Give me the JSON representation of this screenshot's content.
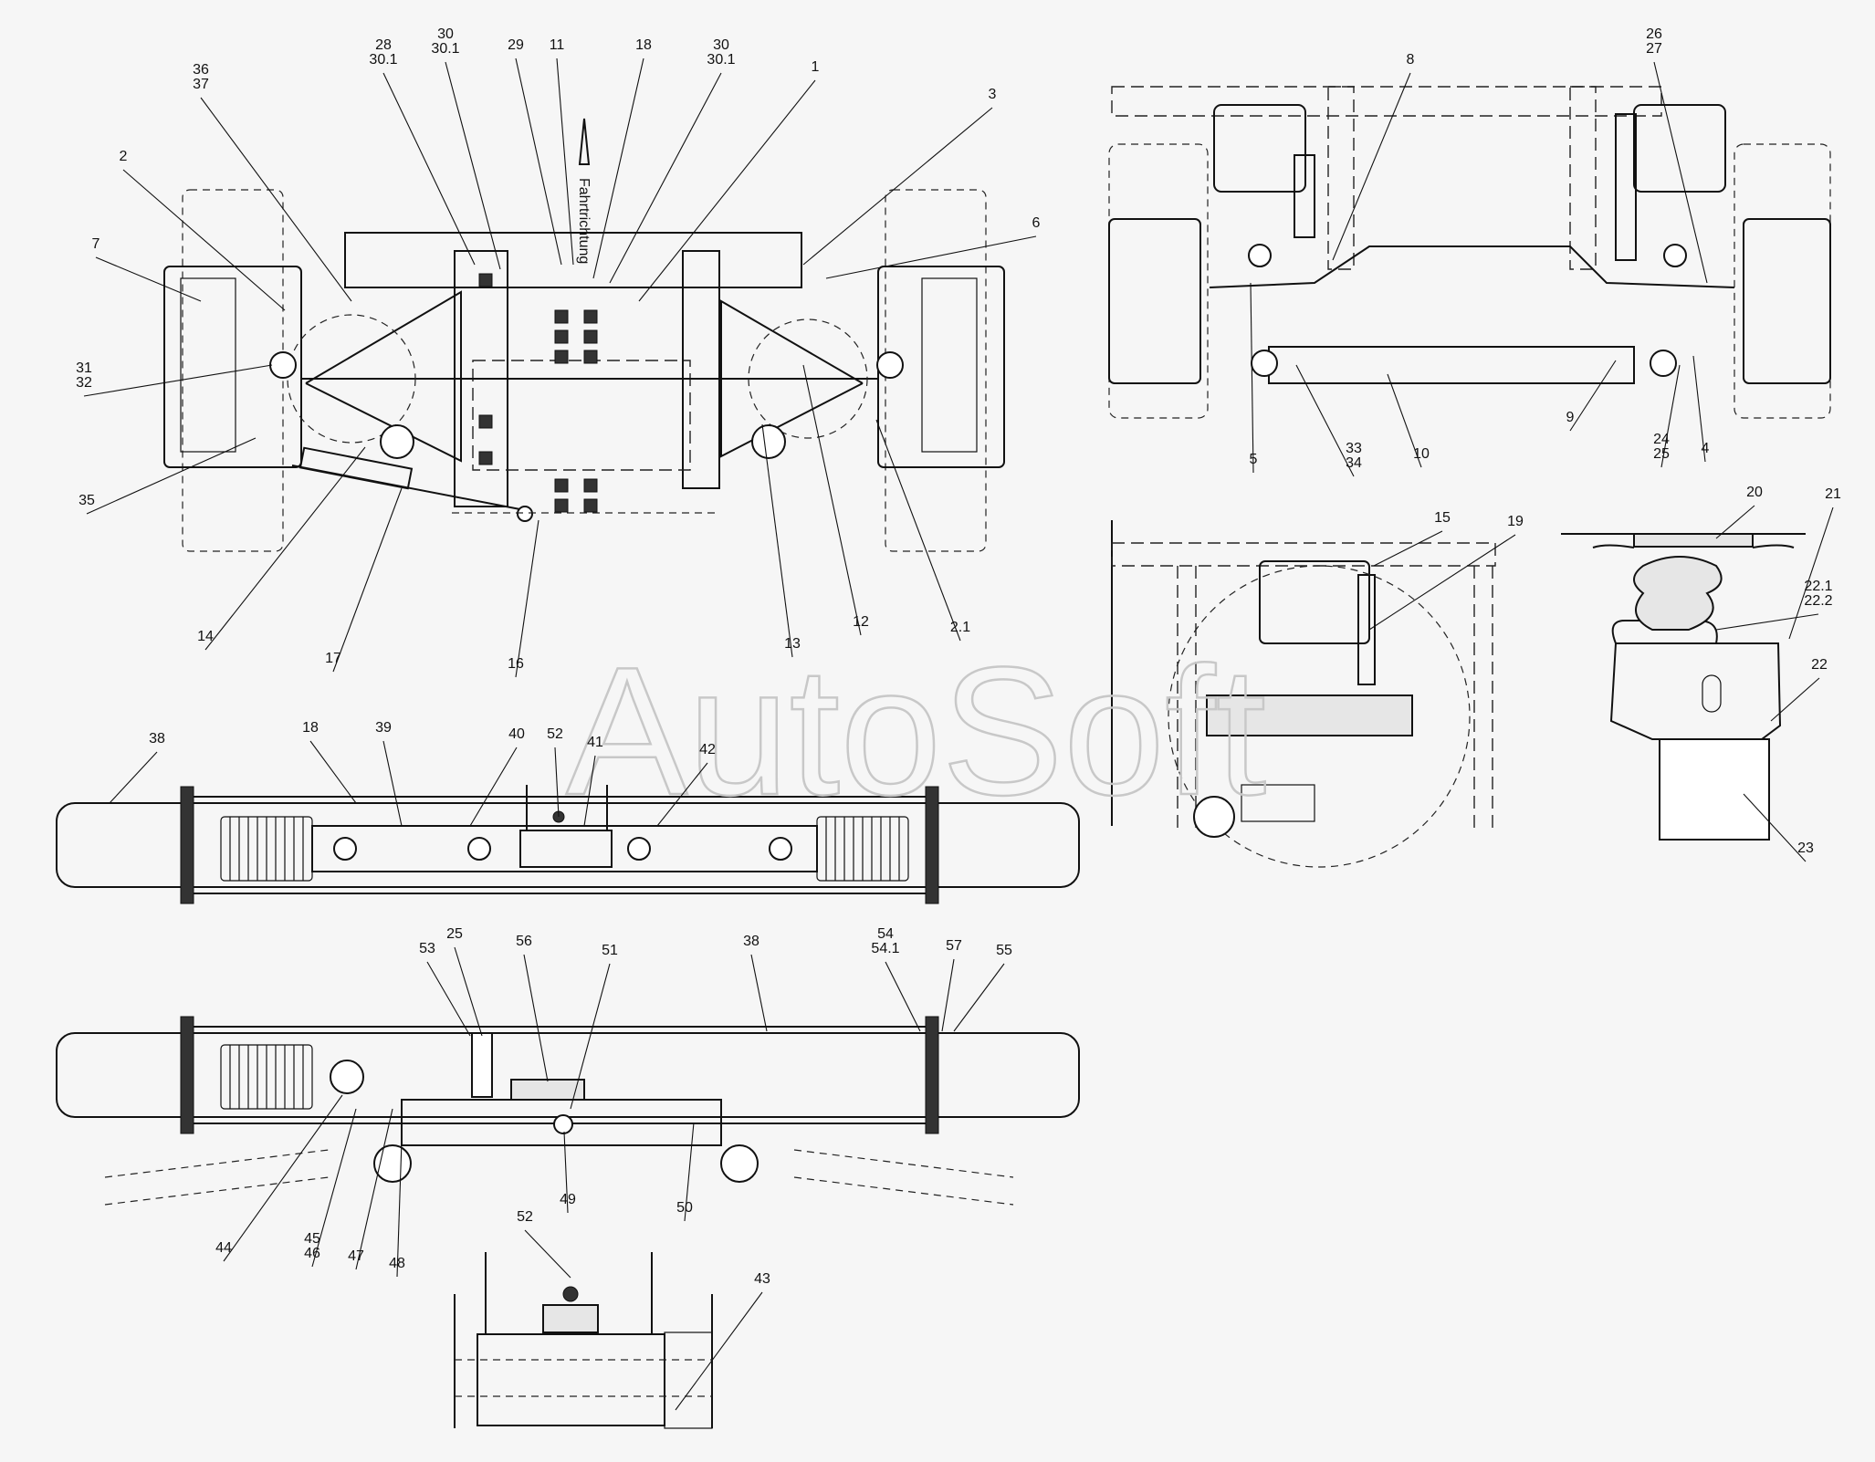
{
  "watermark": "AutoSoft",
  "direction_label": "Fahrtrichtung",
  "callouts": {
    "c_36_37": [
      "36",
      "37"
    ],
    "c_28_30_1": [
      "28",
      "30.1"
    ],
    "c_30_30_1_a": [
      "30",
      "30.1"
    ],
    "c_29": [
      "29"
    ],
    "c_11": [
      "11"
    ],
    "c_18_top": [
      "18"
    ],
    "c_30_30_1_b": [
      "30",
      "30.1"
    ],
    "c_1": [
      "1"
    ],
    "c_3": [
      "3"
    ],
    "c_2": [
      "2"
    ],
    "c_7": [
      "7"
    ],
    "c_6": [
      "6"
    ],
    "c_31_32": [
      "31",
      "32"
    ],
    "c_35": [
      "35"
    ],
    "c_14": [
      "14"
    ],
    "c_17": [
      "17"
    ],
    "c_16": [
      "16"
    ],
    "c_13": [
      "13"
    ],
    "c_12": [
      "12"
    ],
    "c_2_1": [
      "2.1"
    ],
    "c_8": [
      "8"
    ],
    "c_26_27": [
      "26",
      "27"
    ],
    "c_5": [
      "5"
    ],
    "c_33_34": [
      "33",
      "34"
    ],
    "c_10": [
      "10"
    ],
    "c_9": [
      "9"
    ],
    "c_24_25": [
      "24",
      "25"
    ],
    "c_4": [
      "4"
    ],
    "c_15": [
      "15"
    ],
    "c_19": [
      "19"
    ],
    "c_20": [
      "20"
    ],
    "c_21": [
      "21"
    ],
    "c_22_1_22_2": [
      "22.1",
      "22.2"
    ],
    "c_22": [
      "22"
    ],
    "c_23": [
      "23"
    ],
    "c_38_a": [
      "38"
    ],
    "c_18_b": [
      "18"
    ],
    "c_39": [
      "39"
    ],
    "c_40": [
      "40"
    ],
    "c_52_a": [
      "52"
    ],
    "c_41": [
      "41"
    ],
    "c_42": [
      "42"
    ],
    "c_53": [
      "53"
    ],
    "c_25": [
      "25"
    ],
    "c_56": [
      "56"
    ],
    "c_51": [
      "51"
    ],
    "c_38_b": [
      "38"
    ],
    "c_54_54_1": [
      "54",
      "54.1"
    ],
    "c_57": [
      "57"
    ],
    "c_55": [
      "55"
    ],
    "c_44": [
      "44"
    ],
    "c_45_46": [
      "45",
      "46"
    ],
    "c_47": [
      "47"
    ],
    "c_48": [
      "48"
    ],
    "c_49": [
      "49"
    ],
    "c_50": [
      "50"
    ],
    "c_52_b": [
      "52"
    ],
    "c_43": [
      "43"
    ]
  }
}
